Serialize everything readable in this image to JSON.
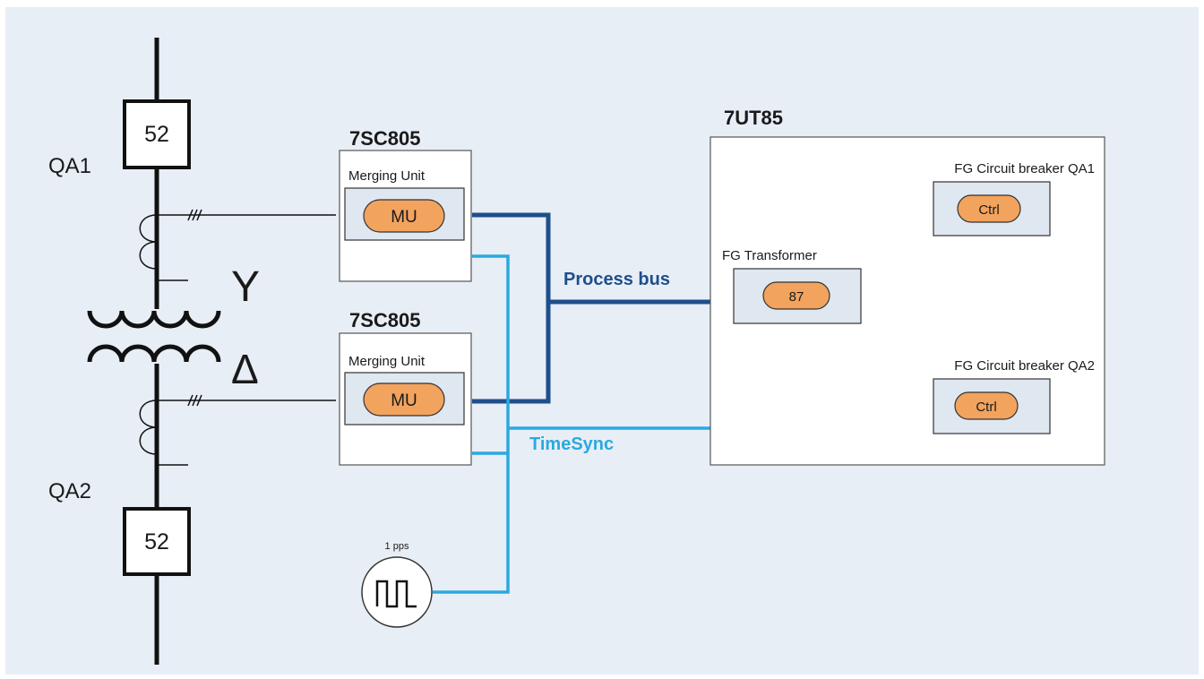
{
  "breakers": [
    {
      "name": "QA1",
      "code": "52"
    },
    {
      "name": "QA2",
      "code": "52"
    }
  ],
  "transformer": {
    "upper_symbol": "Y",
    "lower_symbol": "Δ"
  },
  "merging_units": [
    {
      "device": "7SC805",
      "label": "Merging Unit",
      "badge": "MU"
    },
    {
      "device": "7SC805",
      "label": "Merging Unit",
      "badge": "MU"
    }
  ],
  "relay": {
    "device": "7UT85",
    "functions": [
      {
        "label": "FG Circuit breaker QA1",
        "badge": "Ctrl"
      },
      {
        "label": "FG Transformer",
        "badge": "87"
      },
      {
        "label": "FG Circuit breaker QA2",
        "badge": "Ctrl"
      }
    ]
  },
  "buses": {
    "process_bus": "Process bus",
    "time_sync": "TimeSync"
  },
  "pps": {
    "label": "1 pps"
  },
  "colors": {
    "background": "#e8eef6",
    "process_bus": "#1f4e8c",
    "time_sync": "#2aa9e0",
    "badge_fill": "#f2a35e",
    "inner_box": "#dfe7f1"
  }
}
